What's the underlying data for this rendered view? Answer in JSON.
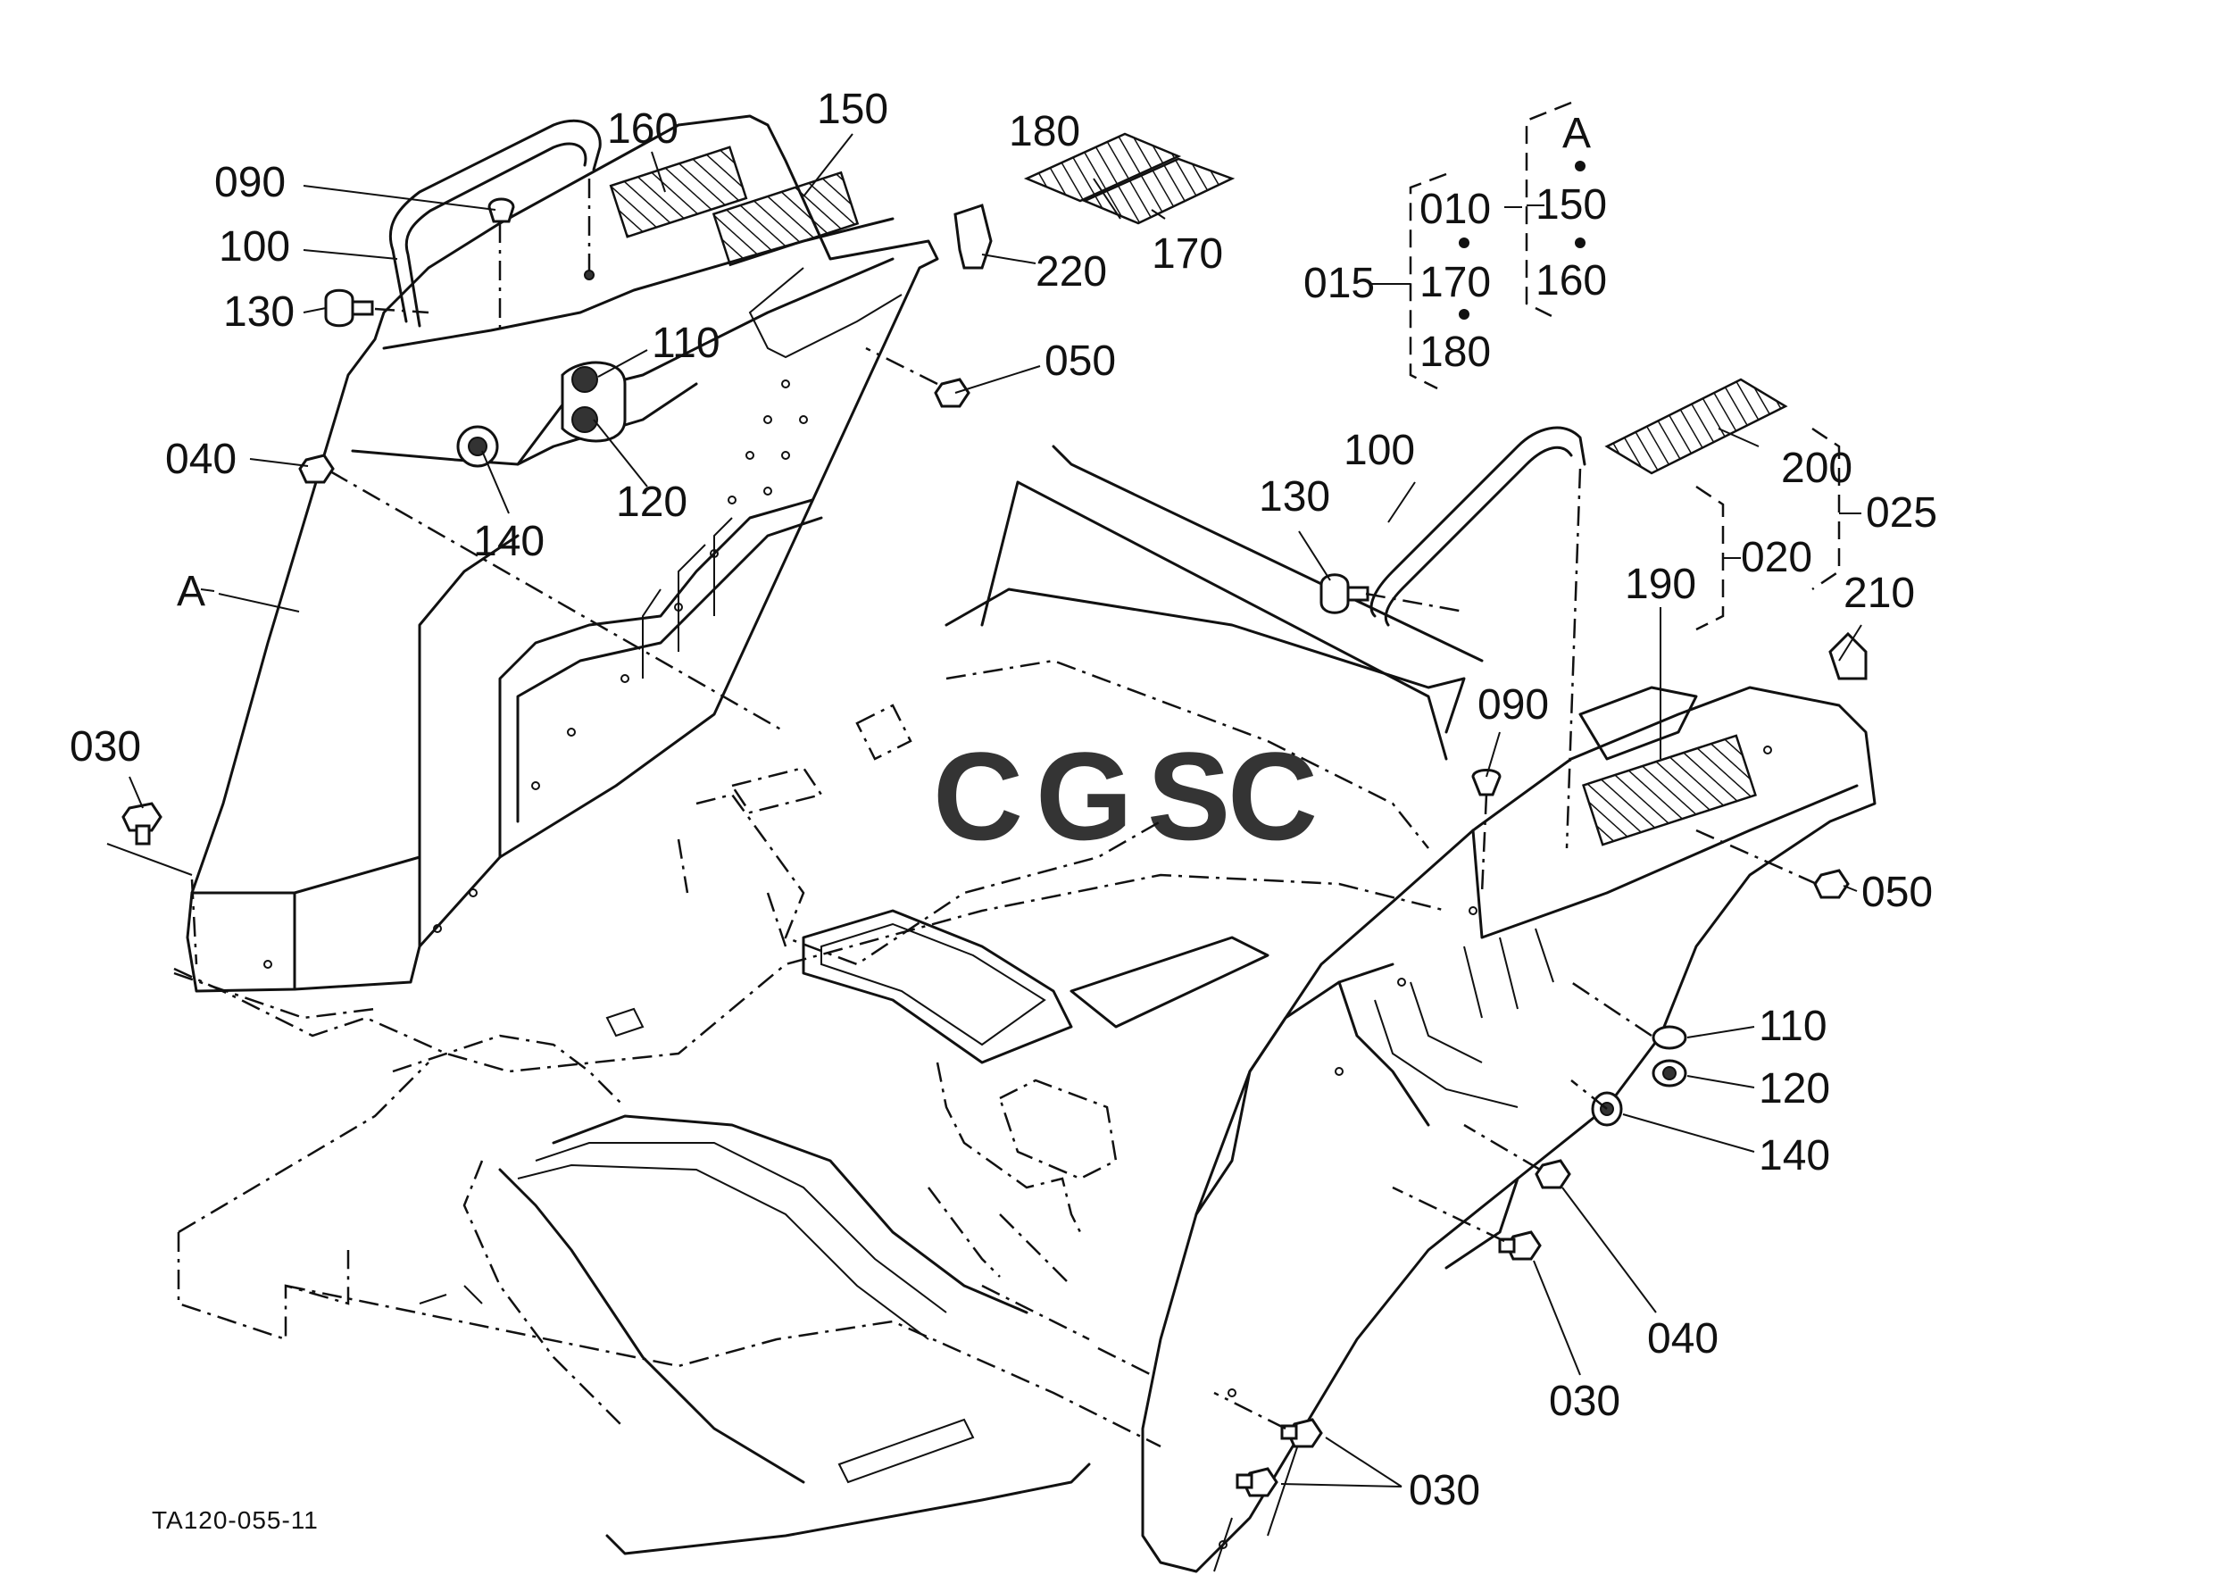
{
  "figure_code": "TA120-055-11",
  "watermark": {
    "text": "CGSC",
    "letters": [
      {
        "ch": "C",
        "color": "#7aa6f0"
      },
      {
        "ch": "G",
        "color": "#f08b87"
      },
      {
        "ch": "S",
        "color": "#f7d46b"
      },
      {
        "ch": "C",
        "color": "#7fcaa0"
      }
    ]
  },
  "callouts": [
    {
      "id": "c-090-l",
      "text": "090"
    },
    {
      "id": "c-100-l",
      "text": "100"
    },
    {
      "id": "c-130-l",
      "text": "130"
    },
    {
      "id": "c-160-l",
      "text": "160"
    },
    {
      "id": "c-150-l",
      "text": "150"
    },
    {
      "id": "c-180",
      "text": "180"
    },
    {
      "id": "c-170",
      "text": "170"
    },
    {
      "id": "c-220",
      "text": "220"
    },
    {
      "id": "c-110-l",
      "text": "110"
    },
    {
      "id": "c-050-l",
      "text": "050"
    },
    {
      "id": "c-040-l",
      "text": "040"
    },
    {
      "id": "c-120-l",
      "text": "120"
    },
    {
      "id": "c-140-l",
      "text": "140"
    },
    {
      "id": "c-A-l",
      "text": "A"
    },
    {
      "id": "c-030-l",
      "text": "030"
    },
    {
      "id": "c-100-r",
      "text": "100"
    },
    {
      "id": "c-130-r",
      "text": "130"
    },
    {
      "id": "c-200",
      "text": "200"
    },
    {
      "id": "c-025",
      "text": "025"
    },
    {
      "id": "c-020",
      "text": "020"
    },
    {
      "id": "c-190",
      "text": "190"
    },
    {
      "id": "c-210",
      "text": "210"
    },
    {
      "id": "c-090-r",
      "text": "090"
    },
    {
      "id": "c-050-r",
      "text": "050"
    },
    {
      "id": "c-110-r",
      "text": "110"
    },
    {
      "id": "c-120-r",
      "text": "120"
    },
    {
      "id": "c-140-r",
      "text": "140"
    },
    {
      "id": "c-040-r",
      "text": "040"
    },
    {
      "id": "c-030-r",
      "text": "030"
    },
    {
      "id": "c-030-b",
      "text": "030"
    }
  ],
  "kit_group": {
    "outer": {
      "label": "015",
      "items": [
        "010",
        "170",
        "180"
      ]
    },
    "inner": {
      "label": "A",
      "items": [
        "150",
        "160"
      ]
    }
  }
}
